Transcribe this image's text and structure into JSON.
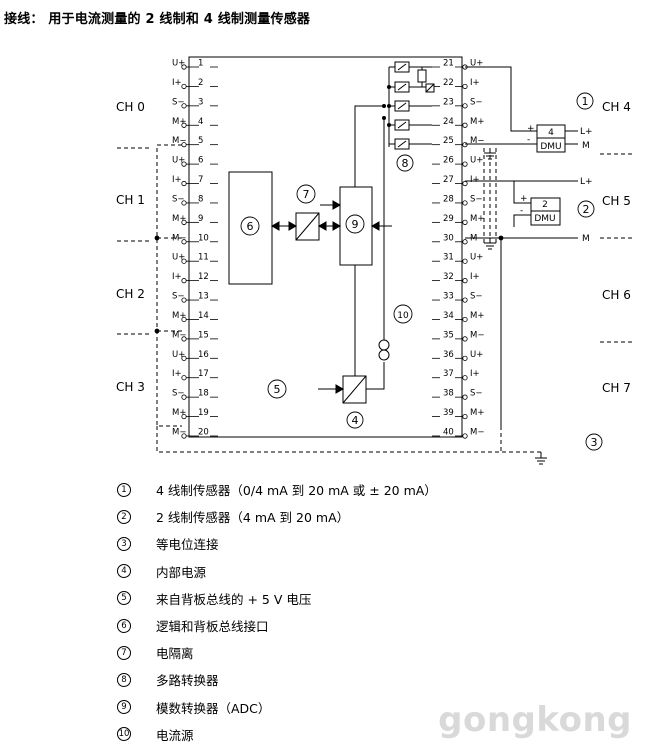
{
  "title": "接线：  用于电流测量的 2 线制和 4 线制测量传感器",
  "left_channels": [
    "CH 0",
    "CH 1",
    "CH 2",
    "CH 3"
  ],
  "right_channels": [
    "CH 4",
    "CH 5",
    "CH 6",
    "CH 7"
  ],
  "pin_signals": [
    "U+",
    "I+",
    "S−",
    "M+",
    "M−"
  ],
  "left_pins": [
    "1",
    "2",
    "3",
    "4",
    "5",
    "6",
    "7",
    "8",
    "9",
    "10",
    "11",
    "12",
    "13",
    "14",
    "15",
    "16",
    "17",
    "18",
    "19",
    "20"
  ],
  "right_pins": [
    "21",
    "22",
    "23",
    "24",
    "25",
    "26",
    "27",
    "28",
    "29",
    "30",
    "31",
    "32",
    "33",
    "34",
    "35",
    "36",
    "37",
    "38",
    "39",
    "40"
  ],
  "callouts": [
    "1",
    "2",
    "3",
    "4",
    "5",
    "6",
    "7",
    "8",
    "9",
    "10"
  ],
  "dmu4": {
    "top": "4",
    "bottom": "DMU",
    "lplus": "L+",
    "m": "M",
    "plus": "+",
    "minus": "-"
  },
  "dmu2": {
    "top": "2",
    "bottom": "DMU",
    "lplus": "L+",
    "m": "M",
    "plus": "+",
    "minus": "-"
  },
  "legend": [
    {
      "num": "1",
      "text": "4 线制传感器（0/4 mA 到 20 mA 或 ± 20 mA）"
    },
    {
      "num": "2",
      "text": "2 线制传感器（4 mA 到 20 mA）"
    },
    {
      "num": "3",
      "text": "等电位连接"
    },
    {
      "num": "4",
      "text": "内部电源"
    },
    {
      "num": "5",
      "text": "来自背板总线的 + 5 V 电压"
    },
    {
      "num": "6",
      "text": "逻辑和背板总线接口"
    },
    {
      "num": "7",
      "text": "电隔离"
    },
    {
      "num": "8",
      "text": "多路转换器"
    },
    {
      "num": "9",
      "text": "模数转换器（ADC）"
    },
    {
      "num": "10",
      "text": "电流源"
    }
  ],
  "watermark": "gongkong"
}
